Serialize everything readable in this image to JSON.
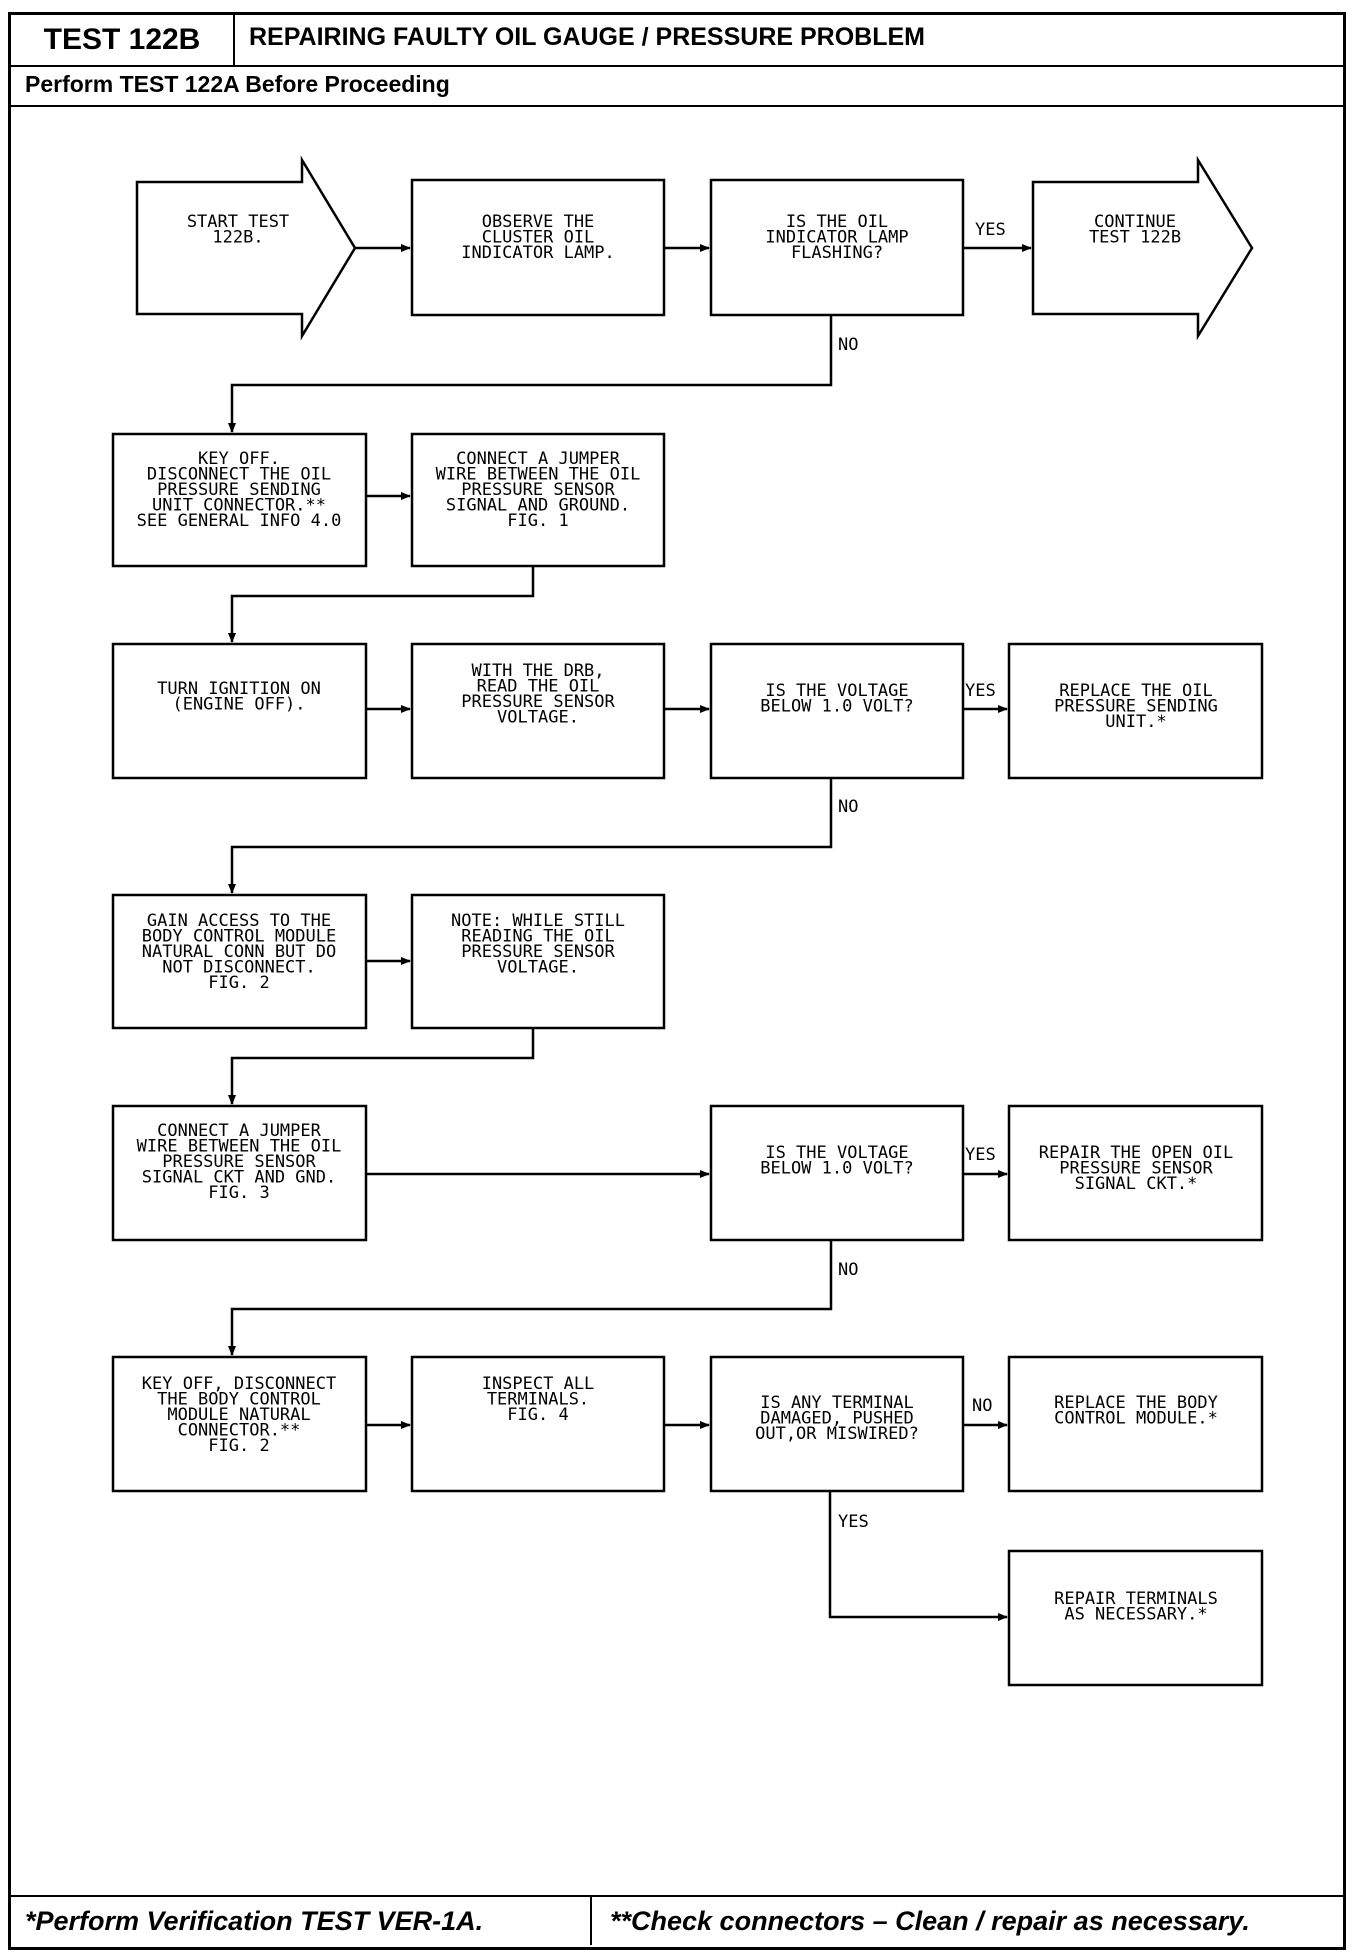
{
  "header": {
    "test_id": "TEST 122B",
    "title": "REPAIRING FAULTY OIL GAUGE / PRESSURE PROBLEM",
    "prerequisite": "Perform TEST 122A Before Proceeding"
  },
  "flow": {
    "start": [
      "START TEST",
      "122B."
    ],
    "observe": [
      "OBSERVE THE",
      "CLUSTER OIL",
      "INDICATOR LAMP."
    ],
    "q_flashing": [
      "IS THE OIL",
      "INDICATOR LAMP",
      "FLASHING?"
    ],
    "continue": [
      "CONTINUE",
      "TEST 122B"
    ],
    "key_off_1": [
      "KEY OFF.",
      "DISCONNECT THE OIL",
      "PRESSURE SENDING",
      "UNIT CONNECTOR.**",
      "SEE GENERAL INFO 4.0"
    ],
    "jumper_1": [
      "CONNECT A JUMPER",
      "WIRE BETWEEN THE OIL",
      "PRESSURE SENSOR",
      "SIGNAL AND GROUND.",
      "FIG. 1"
    ],
    "ign_on": [
      "TURN IGNITION ON",
      "(ENGINE OFF)."
    ],
    "drb_read": [
      "WITH THE DRB,",
      "READ THE OIL",
      "PRESSURE SENSOR",
      "VOLTAGE."
    ],
    "q_voltage_1": [
      "IS THE VOLTAGE",
      "BELOW 1.0 VOLT?"
    ],
    "replace_sender": [
      "REPLACE THE OIL",
      "PRESSURE SENDING",
      "UNIT.*"
    ],
    "bcm_access": [
      "GAIN ACCESS TO THE",
      "BODY CONTROL MODULE",
      "NATURAL CONN BUT DO",
      "NOT DISCONNECT.",
      "FIG. 2"
    ],
    "note": [
      "NOTE: WHILE STILL",
      "READING THE OIL",
      "PRESSURE SENSOR",
      "VOLTAGE."
    ],
    "jumper_2": [
      "CONNECT A JUMPER",
      "WIRE BETWEEN THE OIL",
      "PRESSURE SENSOR",
      "SIGNAL CKT AND GND.",
      "FIG. 3"
    ],
    "q_voltage_2": [
      "IS THE VOLTAGE",
      "BELOW 1.0 VOLT?"
    ],
    "repair_open": [
      "REPAIR THE OPEN OIL",
      "PRESSURE SENSOR",
      "SIGNAL CKT.*"
    ],
    "key_off_2": [
      "KEY OFF, DISCONNECT",
      "THE BODY CONTROL",
      "MODULE NATURAL",
      "CONNECTOR.**",
      "FIG. 2"
    ],
    "inspect": [
      "INSPECT ALL",
      "TERMINALS.",
      "",
      "FIG. 4"
    ],
    "q_terminal": [
      "IS ANY TERMINAL",
      "DAMAGED, PUSHED",
      "OUT,OR MISWIRED?"
    ],
    "replace_bcm": [
      "REPLACE THE BODY",
      "CONTROL MODULE.*"
    ],
    "repair_terminals": [
      "REPAIR TERMINALS",
      "AS NECESSARY.*"
    ]
  },
  "labels": {
    "yes": "YES",
    "no": "NO"
  },
  "footer": {
    "left": "*Perform Verification TEST VER-1A.",
    "right": "**Check connectors – Clean / repair as necessary."
  }
}
